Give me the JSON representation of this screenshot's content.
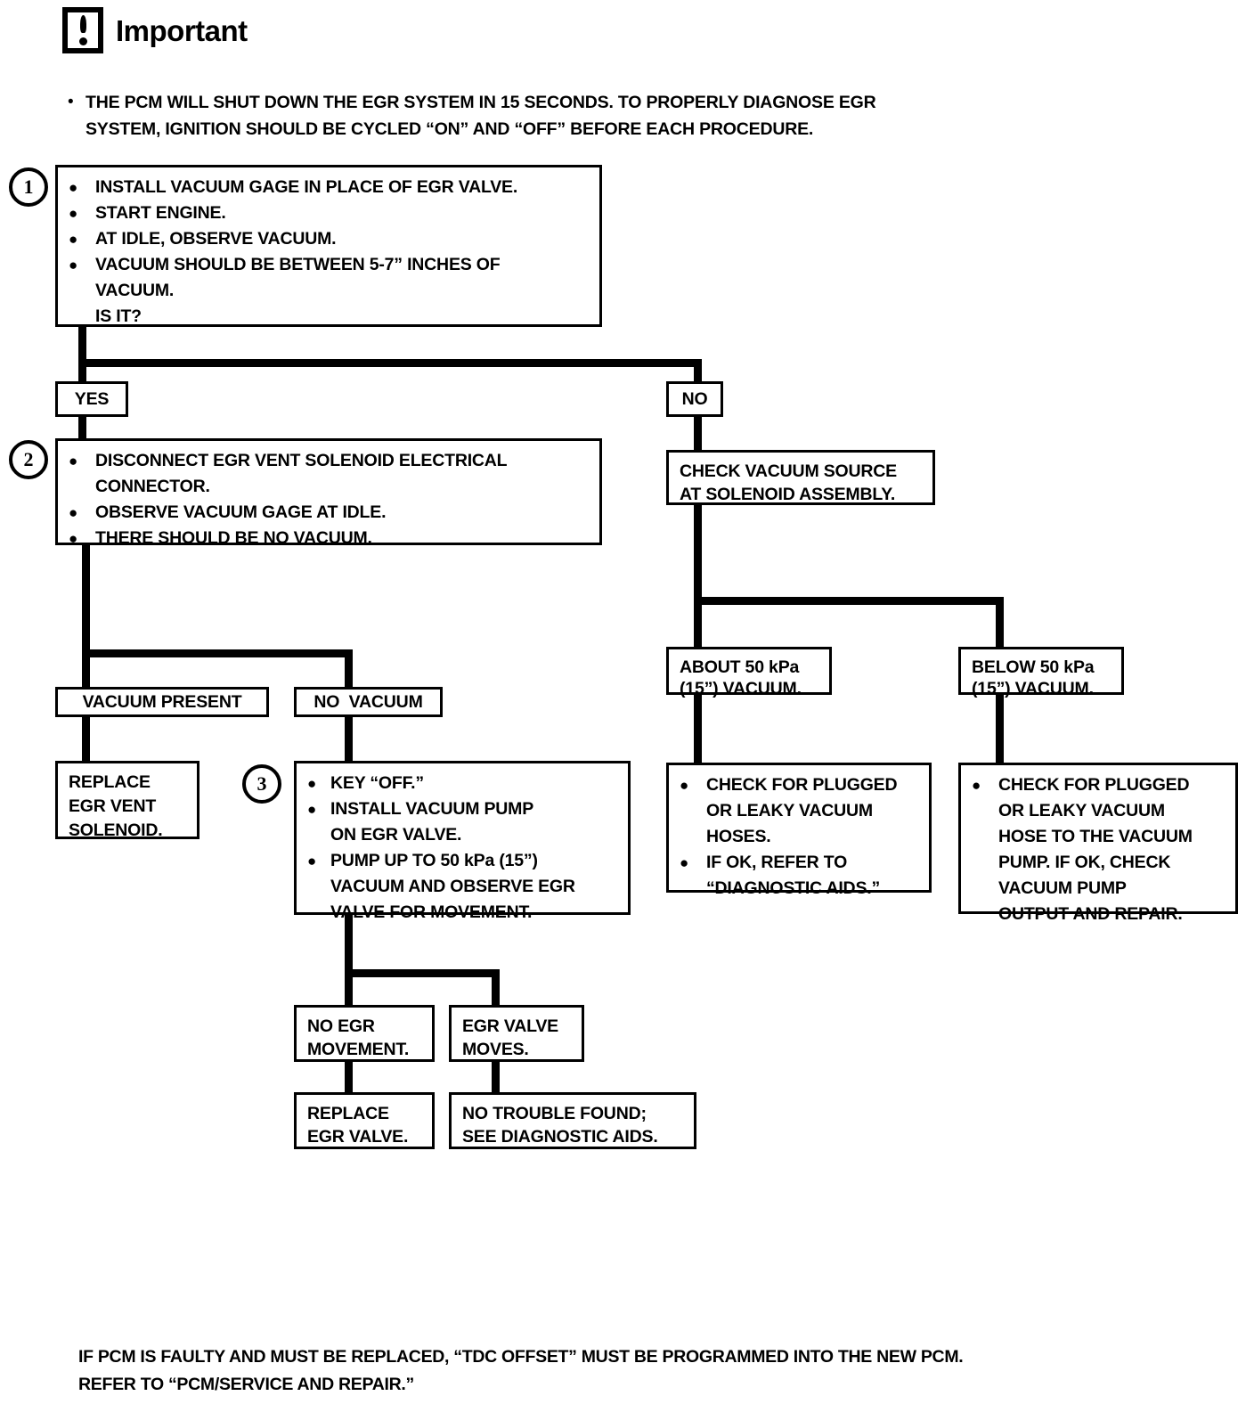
{
  "header": {
    "icon_name": "important-exclamation-icon",
    "title": "Important"
  },
  "note": {
    "bullet": "•",
    "line1": "THE PCM WILL SHUT DOWN THE EGR SYSTEM IN 15 SECONDS.  TO PROPERLY DIAGNOSE EGR",
    "line2": "SYSTEM, IGNITION SHOULD BE CYCLED “ON” AND “OFF” BEFORE EACH PROCEDURE."
  },
  "steps": {
    "one": "1",
    "two": "2",
    "three": "3"
  },
  "bullet": "●",
  "flowchart": {
    "type": "flowchart",
    "title": "EGR System Diagnosis",
    "nodes": {
      "step1": {
        "step": "1",
        "bullets": [
          "INSTALL VACUUM GAGE IN PLACE OF EGR VALVE.",
          "START ENGINE.",
          "AT IDLE, OBSERVE VACUUM.",
          "VACUUM SHOULD BE BETWEEN 5-7” INCHES OF\nVACUUM."
        ],
        "trailing": "IS IT?"
      },
      "yes_label": "YES",
      "no_label": "NO",
      "step2": {
        "step": "2",
        "bullets": [
          "DISCONNECT EGR VENT SOLENOID ELECTRICAL\nCONNECTOR.",
          "OBSERVE VACUUM GAGE AT IDLE.",
          "THERE SHOULD BE NO VACUUM."
        ]
      },
      "check_vacuum_source": "CHECK VACUUM SOURCE\nAT SOLENOID ASSEMBLY.",
      "vacuum_present": "VACUUM PRESENT",
      "no_vacuum": "NO  VACUUM",
      "about_50kpa": "ABOUT 50 kPa\n(15”) VACUUM.",
      "below_50kpa": "BELOW 50 kPa\n(15”) VACUUM.",
      "replace_egr_vent_solenoid": "REPLACE\nEGR VENT\nSOLENOID.",
      "step3": {
        "step": "3",
        "bullets": [
          "KEY “OFF.”",
          "INSTALL VACUUM PUMP\nON EGR VALVE.",
          "PUMP UP TO 50 kPa (15”)\nVACUUM AND OBSERVE EGR\nVALVE FOR MOVEMENT."
        ]
      },
      "check_plugged_hoses": {
        "bullets": [
          "CHECK FOR PLUGGED\nOR LEAKY VACUUM\nHOSES.",
          "IF OK, REFER TO\n“DIAGNOSTIC AIDS.”"
        ]
      },
      "check_plugged_hose_pump": {
        "bullets": [
          "CHECK FOR PLUGGED\nOR LEAKY VACUUM\nHOSE TO THE VACUUM\nPUMP.  IF OK, CHECK\nVACUUM PUMP\nOUTPUT AND REPAIR."
        ]
      },
      "no_egr_movement": "NO EGR\nMOVEMENT.",
      "egr_valve_moves": "EGR VALVE\nMOVES.",
      "replace_egr_valve": "REPLACE\nEGR VALVE.",
      "no_trouble_found": "NO TROUBLE FOUND;\nSEE DIAGNOSTIC AIDS."
    }
  },
  "footer": {
    "line1": "IF PCM IS FAULTY AND MUST BE REPLACED, “TDC OFFSET” MUST BE PROGRAMMED INTO THE NEW PCM.",
    "line2": "REFER TO “PCM/SERVICE AND REPAIR.”"
  }
}
